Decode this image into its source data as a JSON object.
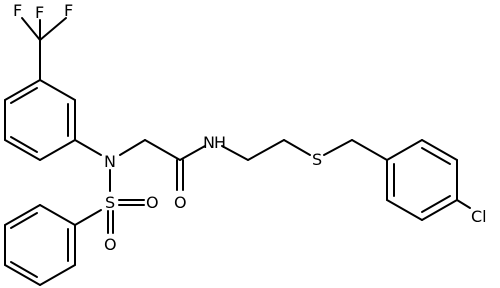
{
  "molecule": {
    "atoms": {
      "F1": "F",
      "F2": "F",
      "F3": "F",
      "N_sulfonamide": "N",
      "S_sulfonyl": "S",
      "O1": "O",
      "O2": "O",
      "O_carbonyl": "O",
      "N_amide": "N",
      "H_amide": "H",
      "S_thioether": "S",
      "Cl": "Cl"
    }
  }
}
